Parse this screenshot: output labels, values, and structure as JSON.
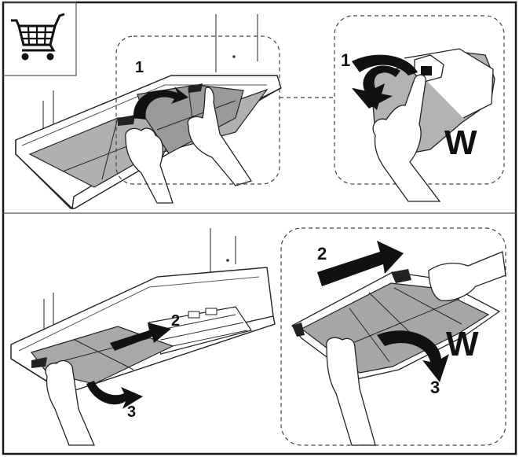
{
  "icon": {
    "name": "shopping-cart-icon"
  },
  "step_labels": {
    "top_left": "1",
    "top_right": "1",
    "bottom_left_push": "2",
    "bottom_left_lower": "3",
    "bottom_right_push": "2",
    "bottom_right_lower": "3"
  },
  "side_marks": {
    "top": "W",
    "bottom": "W"
  },
  "colors": {
    "frame": "#1a1a1a",
    "filter_grey": "#a9a9a9",
    "filter_dark": "#8f8f8f",
    "arrow": "#111111",
    "paper": "#ffffff"
  }
}
